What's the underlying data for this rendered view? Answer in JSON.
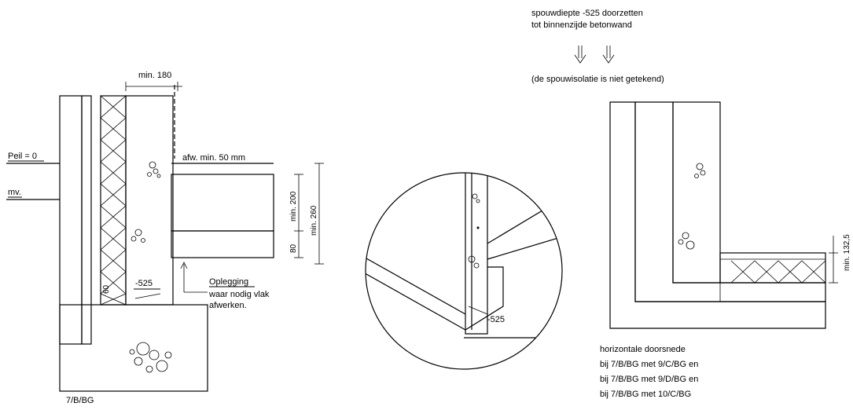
{
  "left_section": {
    "dim_top": "min. 180",
    "level_label": "Peil = 0",
    "ground_label": "mv.",
    "finish_label": "afw. min. 50 mm",
    "dim_insulation": "min. 200",
    "dim_insulation_small": "80",
    "dim_total": "min. 260",
    "dim_cavity_depth": "-525",
    "dim_60": "60",
    "bearing_label": "Oplegging",
    "bearing_note_1": "waar nodig vlak",
    "bearing_note_2": "afwerken.",
    "code": "7/B/BG"
  },
  "detail_section": {
    "dim_depth": "-525"
  },
  "right_section": {
    "note_line_1": "spouwdiepte -525 doorzetten",
    "note_line_2": "tot binnenzijde betonwand",
    "note_insulation": "(de spouwisolatie is niet getekend)",
    "dim_height": "min. 132,5",
    "caption_title": "horizontale doorsnede",
    "caption_lines": [
      "bij 7/B/BG met 9/C/BG en",
      "bij 7/B/BG met 9/D/BG en",
      "bij 7/B/BG met 10/C/BG"
    ]
  }
}
